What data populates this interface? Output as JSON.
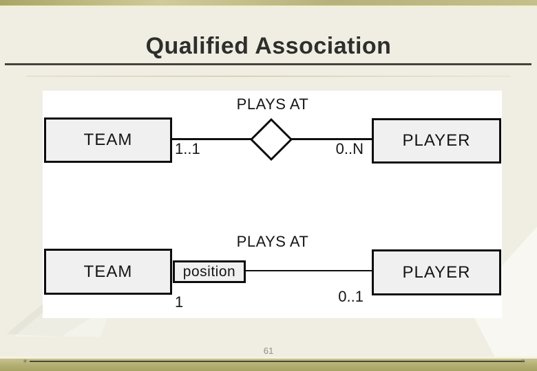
{
  "slide": {
    "title": "Qualified Association",
    "page_number": "61"
  },
  "diagram": {
    "top": {
      "left_entity": "TEAM",
      "left_cardinality": "1..1",
      "relationship": "PLAYS AT",
      "right_cardinality": "0..N",
      "right_entity": "PLAYER"
    },
    "bottom": {
      "left_entity": "TEAM",
      "qualifier": "position",
      "left_cardinality": "1",
      "relationship": "PLAYS AT",
      "right_cardinality": "0..1",
      "right_entity": "PLAYER"
    }
  },
  "colors": {
    "accent_band": "#b2ae72",
    "accent_band_light": "#d0cc9e",
    "background": "#f0eee3",
    "title_text": "#2e2e2c",
    "rule_dark": "#44423b",
    "rule_light": "#ddd9bd",
    "entity_fill": "#f1f0f0",
    "entity_border": "#0c0c0c",
    "footer_rule": "#4b4931",
    "diagram_text": "#151515",
    "page_num": "#8f8e88"
  }
}
